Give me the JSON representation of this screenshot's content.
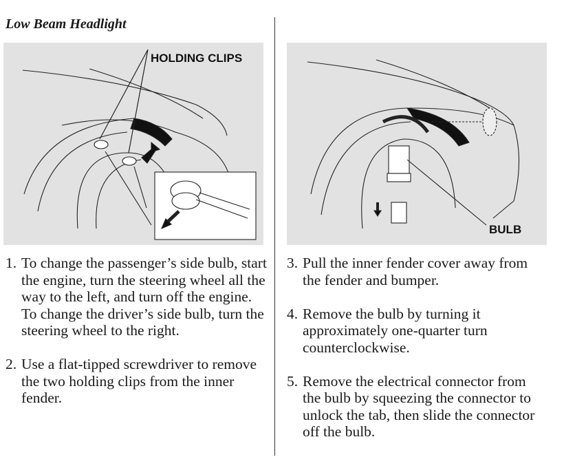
{
  "section_title": "Low Beam Headlight",
  "figures": {
    "left": {
      "callout": "HOLDING CLIPS"
    },
    "right": {
      "callout": "BULB"
    }
  },
  "steps_left": [
    {
      "num": "1.",
      "text": "To change the passenger’s side bulb, start the engine, turn the steering wheel all the way to the left, and turn off the engine. To change the driver’s side bulb, turn the steering wheel to the right."
    },
    {
      "num": "2.",
      "text": "Use a flat-tipped screwdriver to remove the two holding clips from the inner fender."
    }
  ],
  "steps_right": [
    {
      "num": "3.",
      "text": "Pull the inner fender cover away from the fender and bumper."
    },
    {
      "num": "4.",
      "text": "Remove the bulb by turning it approximately one-quarter turn counterclockwise."
    },
    {
      "num": "5.",
      "text": "Remove the electrical connector from the bulb by squeezing the connector to unlock the tab, then slide the connector off the bulb."
    }
  ]
}
